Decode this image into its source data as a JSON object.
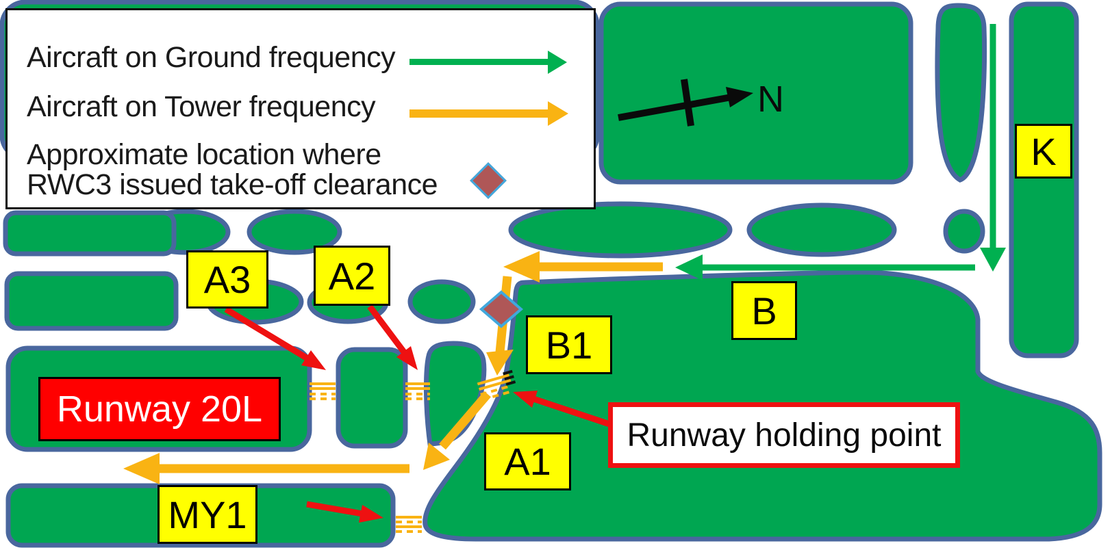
{
  "legend": {
    "items": [
      {
        "label": "Aircraft on Ground frequency",
        "symbol": "green-arrow"
      },
      {
        "label": "Aircraft on Tower frequency",
        "symbol": "orange-arrow"
      },
      {
        "label_line1": "Approximate location where",
        "label_line2": "RWC3 issued take-off clearance",
        "symbol": "diamond-marker"
      }
    ]
  },
  "compass": {
    "label": "N"
  },
  "taxiway_labels": {
    "k": "K",
    "a3": "A3",
    "a2": "A2",
    "b": "B",
    "b1": "B1",
    "a1": "A1",
    "my1": "MY1"
  },
  "runway": {
    "label": "Runway 20L"
  },
  "annotations": {
    "holding_point": "Runway holding point"
  },
  "colors": {
    "pavement_green": "#00A651",
    "outline_blue": "#49679E",
    "ground_route_green": "#00B050",
    "tower_route_orange": "#F9B313",
    "label_yellow": "#FFFF00",
    "runway_red": "#FF0000",
    "callout_red": "#EE1111",
    "clearance_diamond_fill": "#AF5757",
    "clearance_diamond_border": "#41A8DD"
  }
}
